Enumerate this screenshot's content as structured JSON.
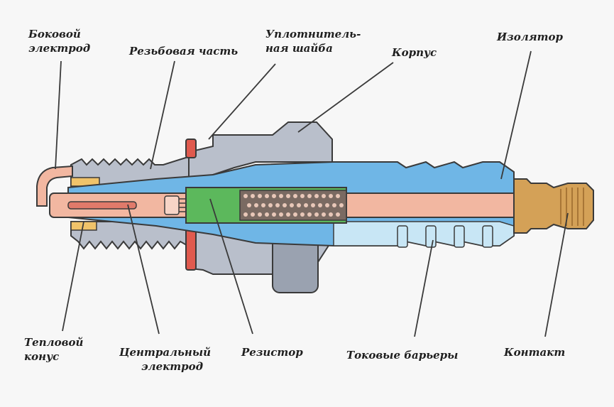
{
  "labels": {
    "side_electrode": [
      "Боковой",
      "электрод"
    ],
    "thread": [
      "Резьбовая часть"
    ],
    "washer": [
      "Уплотнитель-",
      "ная шайба"
    ],
    "body": [
      "Корпус"
    ],
    "insulator": [
      "Изолятор"
    ],
    "heat_cone": [
      "Тепловой",
      "конус"
    ],
    "center_electrode": [
      "Центральный",
      "электрод"
    ],
    "resistor": [
      "Резистор"
    ],
    "current_barriers": [
      "Токовые барьеры"
    ],
    "contact": [
      "Контакт"
    ]
  },
  "colors": {
    "outline": "#3a3a3a",
    "metal": "#b9bfcb",
    "metal_dark": "#9aa2b0",
    "insulator": "#6fb6e6",
    "insulator_light": "#c8e6f5",
    "copper": "#f2b7a1",
    "contact": "#d4a157",
    "resistor": "#5cb85c",
    "washer": "#e05a4e",
    "gasket": "#f0c36a"
  }
}
